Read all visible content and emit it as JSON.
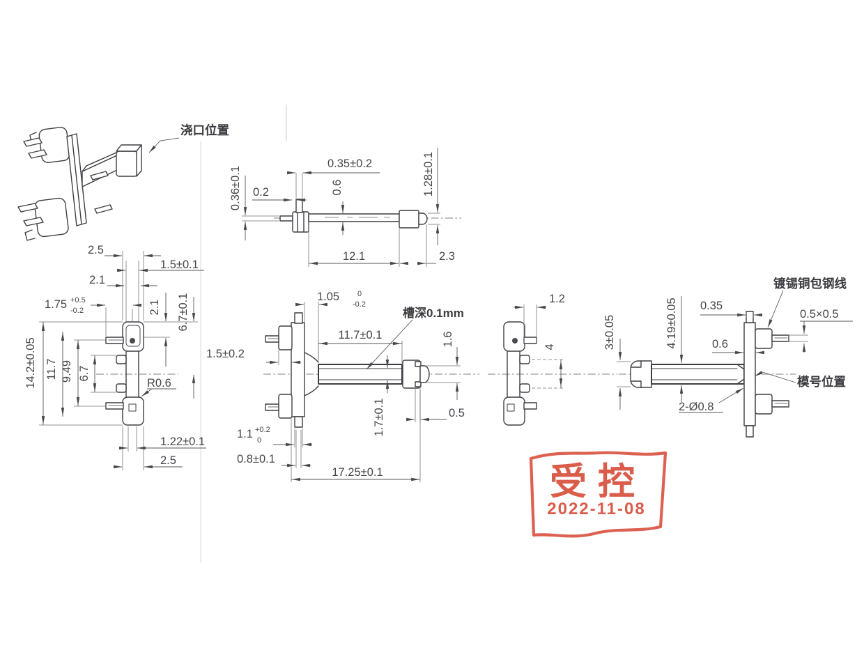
{
  "labels": {
    "gate_position": "浇口位置",
    "groove_depth": "槽深0.1mm",
    "wire_type": "镀锡铜包钢线",
    "mold_position": "模号位置"
  },
  "top_view": {
    "pin_offset": "0.36±0.1",
    "slot_width": "0.2",
    "tab_width": "0.35±0.2",
    "shaft_dia": "0.6",
    "tip_dia": "1.28±0.1",
    "shaft_len": "12.1",
    "cap_len": "2.3"
  },
  "front_view": {
    "width_top": "2.5",
    "neck_width": "1.5±0.1",
    "body_width": "2.1",
    "pin_len": "1.75",
    "pin_len_tol_up": "+0.5",
    "pin_len_tol_dn": "-0.2",
    "pin_drop": "2.1",
    "pin_span": "6.7±0.1",
    "total_height": "14.2±0.05",
    "h1": "11.7",
    "h2": "9.49",
    "h3": "6.7",
    "radius": "R0.6",
    "slot": "1.22±0.1",
    "width_bottom": "2.5"
  },
  "side_view": {
    "flange_t": "1.05",
    "flange_t_tol_up": "0",
    "flange_t_tol_dn": "-0.2",
    "winding_len": "11.7±0.1",
    "pin_len": "1.5±0.2",
    "cap_h": "1.6",
    "core_h": "1.7±0.1",
    "cap_t": "0.5",
    "boss_w": "1.1",
    "boss_w_tol_up": "+0.2",
    "boss_w_tol_dn": "0",
    "pin_w": "0.8±0.1",
    "total_len": "17.25±0.1"
  },
  "front_view2": {
    "pin_len": "1.2",
    "pin_pitch": "4",
    "cap_h": "3±0.05"
  },
  "right_view": {
    "flange_h": "4.19±0.05",
    "tab_w": "0.35",
    "flange_t": "0.6",
    "pin_sq": "0.5×0.5",
    "holes": "2-Ø0.8"
  },
  "stamp": {
    "line1": "受控",
    "line2": "2022-11-08",
    "color": "#d8503e"
  }
}
